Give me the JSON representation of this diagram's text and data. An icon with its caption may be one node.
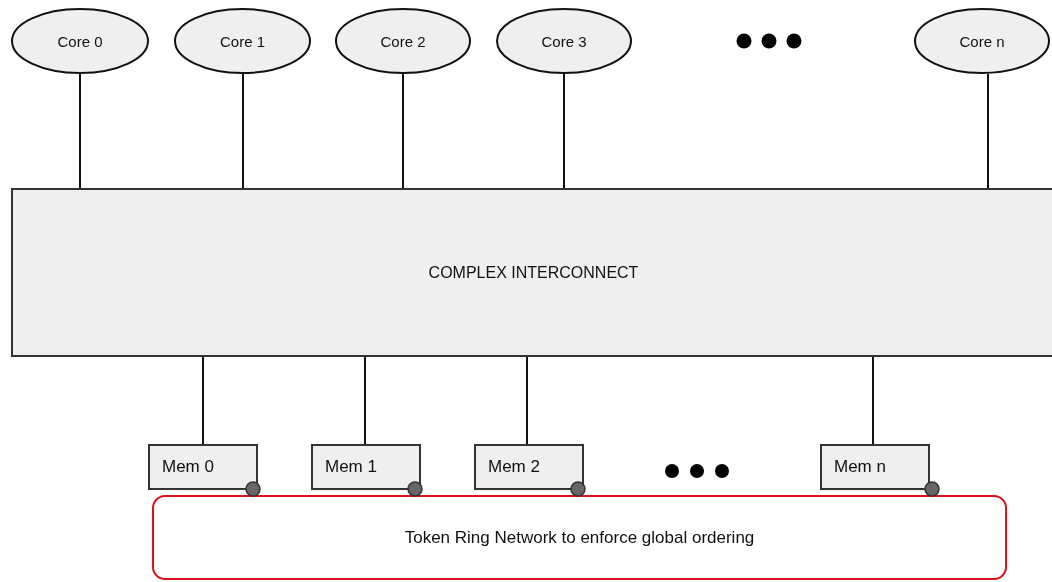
{
  "diagram": {
    "nodes": [
      {
        "text": [
          "Core 0"
        ]
      },
      {
        "text": [
          "Core 1"
        ]
      },
      {
        "text": [
          "Core 2"
        ]
      },
      {
        "text": [
          "Core 3"
        ]
      },
      {
        "text": [
          "Core n"
        ]
      },
      {
        "text": [
          "COMPLEX INTERCONNECT"
        ]
      },
      {
        "text": [
          "Mem 0"
        ]
      },
      {
        "text": [
          "Mem 1"
        ]
      },
      {
        "text": [
          "Mem 2"
        ]
      },
      {
        "text": [
          "Mem n"
        ]
      },
      {
        "text": [
          "Token Ring Network to enforce global ordering"
        ]
      }
    ],
    "edges": [
      {
        "from": 0,
        "to": 5,
        "arrow": "none"
      },
      {
        "from": 1,
        "to": 5,
        "arrow": "none"
      },
      {
        "from": 2,
        "to": 5,
        "arrow": "none"
      },
      {
        "from": 3,
        "to": 5,
        "arrow": "none"
      },
      {
        "from": 4,
        "to": 5,
        "arrow": "none"
      },
      {
        "from": 5,
        "to": 6,
        "arrow": "none"
      },
      {
        "from": 5,
        "to": 7,
        "arrow": "none"
      },
      {
        "from": 5,
        "to": 8,
        "arrow": "none"
      },
      {
        "from": 5,
        "to": 9,
        "arrow": "none"
      }
    ]
  }
}
